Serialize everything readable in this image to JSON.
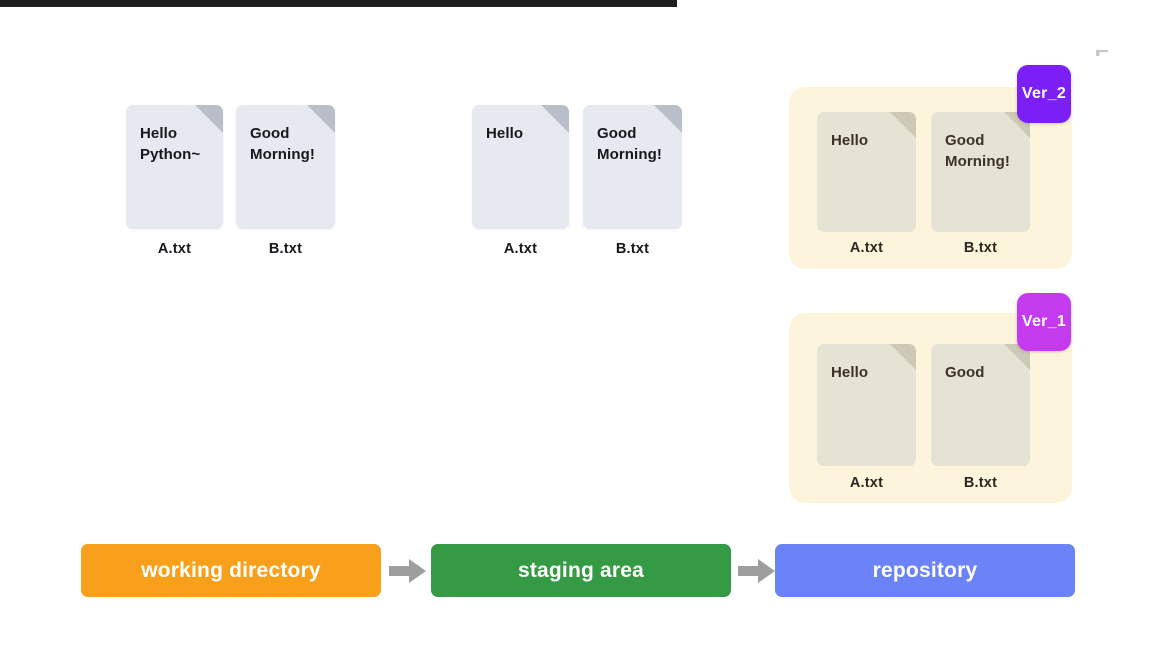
{
  "page": {
    "title": "Git areas diagram",
    "background": "#ffffff",
    "top_rule_color": "#1f1f1f"
  },
  "colors": {
    "working_directory": "#F8A01C",
    "staging_area": "#359A44",
    "repository": "#6B83F7",
    "arrow": "#9E9E9E",
    "version_panel": "#FDF4DC",
    "doc_plain": "#E6EAF0",
    "doc_beige": "#E6E2D4",
    "ver2_badge": "#7B1FF5",
    "ver1_badge": "#C43BEE"
  },
  "working_directory": {
    "files": [
      {
        "content": "Hello\nPython~",
        "caption": "A.txt"
      },
      {
        "content": "Good\nMorning!",
        "caption": "B.txt"
      }
    ]
  },
  "staging_area": {
    "files": [
      {
        "content": "Hello",
        "caption": "A.txt"
      },
      {
        "content": "Good\nMorning!",
        "caption": "B.txt"
      }
    ]
  },
  "repository": {
    "versions": [
      {
        "badge": "Ver_2",
        "badge_color": "#7B1FF5",
        "files": [
          {
            "content": "Hello",
            "caption": "A.txt"
          },
          {
            "content": "Good\nMorning!",
            "caption": "B.txt"
          }
        ]
      },
      {
        "badge": "Ver_1",
        "badge_color": "#C43BEE",
        "files": [
          {
            "content": "Hello",
            "caption": "A.txt"
          },
          {
            "content": "Good",
            "caption": "B.txt"
          }
        ]
      }
    ]
  },
  "stages": [
    {
      "label": "working directory",
      "color": "#F8A01C"
    },
    {
      "label": "staging area",
      "color": "#359A44"
    },
    {
      "label": "repository",
      "color": "#6B83F7"
    }
  ]
}
